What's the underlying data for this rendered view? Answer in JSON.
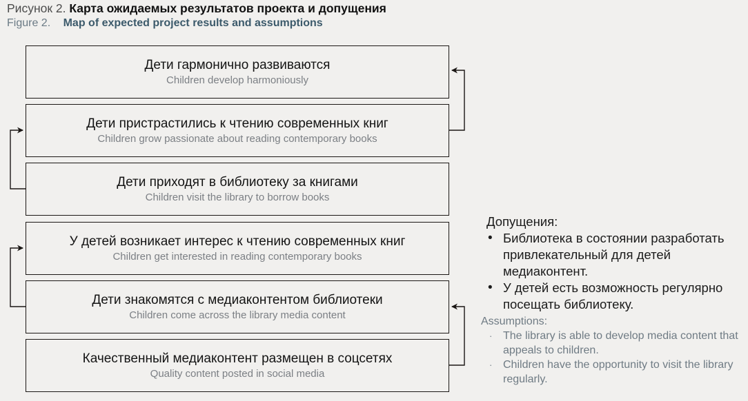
{
  "caption": {
    "number_ru": "Рисунок 2.",
    "title_ru": "Карта ожидаемых результатов проекта и допущения",
    "number_en": "Figure 2.",
    "title_en": "Map of expected project results and assumptions"
  },
  "colors": {
    "background": "#f1f0ee",
    "box_border": "#1a1614",
    "text_ru": "#141414",
    "text_en": "#7b7f84",
    "caption_en_accent": "#3c5a6b",
    "connector": "#1a1614"
  },
  "flow": {
    "nodes": [
      {
        "id": "node-1",
        "ru": "Дети гармонично развиваются",
        "en": "Children develop harmoniously"
      },
      {
        "id": "node-2",
        "ru": "Дети пристрастились к чтению современных книг",
        "en": "Children grow passionate about reading contemporary books"
      },
      {
        "id": "node-3",
        "ru": "Дети приходят в библиотеку за книгами",
        "en": "Children visit the library to borrow books"
      },
      {
        "id": "node-4",
        "ru": "У детей возникает интерес к чтению современных книг",
        "en": "Children get interested in reading contemporary books"
      },
      {
        "id": "node-5",
        "ru": "Дети знакомятся с медиаконтентом библиотеки",
        "en": "Children come across the library media content"
      },
      {
        "id": "node-6",
        "ru": "Качественный медиаконтент размещен в соцсетях",
        "en": "Quality content posted in social media"
      }
    ],
    "connectors": [
      {
        "name": "arrow-node2-to-node1",
        "from": "node-2",
        "to": "node-1",
        "side": "right"
      },
      {
        "name": "arrow-node3-to-node2",
        "from": "node-3",
        "to": "node-2",
        "side": "left"
      },
      {
        "name": "arrow-node5-to-node4",
        "from": "node-5",
        "to": "node-4",
        "side": "left"
      },
      {
        "name": "arrow-node6-to-node5",
        "from": "node-6",
        "to": "node-5",
        "side": "right"
      }
    ]
  },
  "assumptions": {
    "heading_ru": "Допущения:",
    "items_ru": [
      "Библиотека в состоянии разработать привлекательный для детей медиаконтент.",
      "У детей есть возможность регулярно посещать библиотеку."
    ],
    "heading_en": "Assumptions:",
    "items_en": [
      "The library is able to develop media content that appeals to children.",
      "Children have the opportunity to visit the library regularly."
    ],
    "bullet_ru": "•",
    "bullet_en": "·"
  }
}
